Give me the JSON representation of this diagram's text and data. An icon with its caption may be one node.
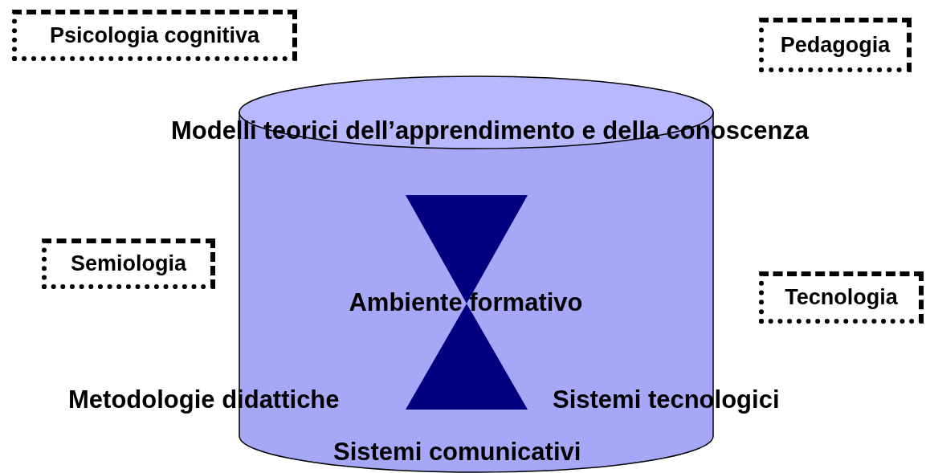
{
  "diagram": {
    "nodes": [
      {
        "text": [
          "Psicologia cognitiva"
        ]
      },
      {
        "text": [
          "Pedagogia"
        ]
      },
      {
        "text": [
          "Modelli teorici dell’apprendimento e della conoscenza"
        ]
      },
      {
        "text": [
          "Ambiente formativo"
        ],
        "in": 2
      },
      {
        "text": [
          "Semiologia"
        ]
      },
      {
        "text": [
          "Tecnologia"
        ]
      }
    ],
    "edges": [],
    "labels": [
      "Metodologie didattiche",
      "Sistemi tecnologici",
      "Sistemi comunicativi"
    ]
  }
}
